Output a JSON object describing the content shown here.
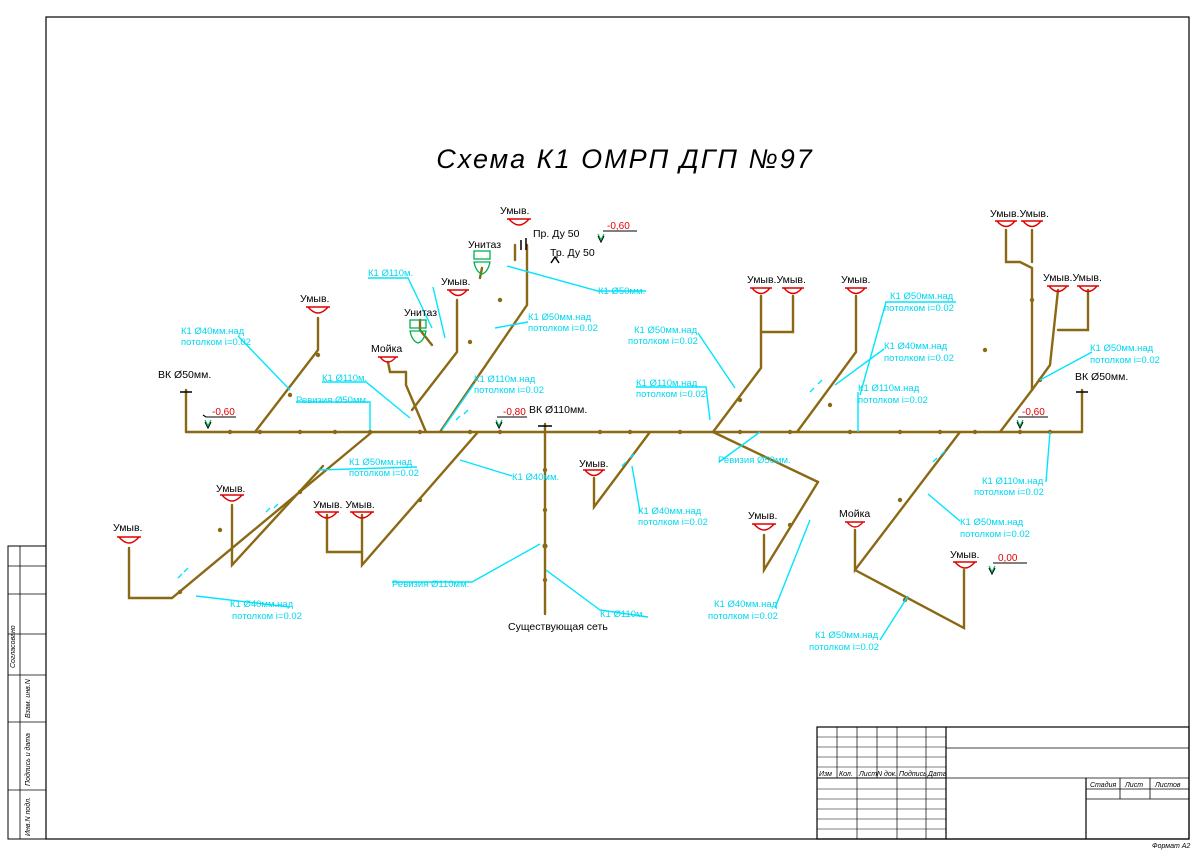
{
  "title": "Схема К1 ОМРП ДГП №97",
  "colors": {
    "pipe": "#8b6914",
    "leader": "#00e5ff",
    "sink": "#e00000",
    "toilet": "#00b050",
    "level": "#e00000",
    "frame": "#000000"
  },
  "fixtures": {
    "umyv": "Умыв.",
    "umyv_pair": "Умыв.Умыв.",
    "umyv_pair_spaced": "Умыв. Умыв.",
    "unitaz": "Унитаз",
    "moika": "Мойка"
  },
  "labels": {
    "pr_du50": "Пр. Ду 50",
    "tr_du50": "Тр. Ду 50",
    "vk50": "ВК Ø50мм.",
    "vk110": "ВК Ø110мм.",
    "existing_net": "Существующая сеть"
  },
  "levels": {
    "m060": "-0,60",
    "m080": "-0,80",
    "z000": "0,00"
  },
  "pipe_notes": {
    "k1_110": "К1 Ø110м.",
    "k1_110_note": "К1 Ø110м.над",
    "k1_50_short": "К1 Ø50мм.",
    "k1_50_note": "К1 Ø50мм.над",
    "k1_40_note": "К1 Ø40мм.над",
    "k1_40_short": "К1 Ø40мм.",
    "slope": "потолком i=0.02",
    "rev50": "Ревизия Ø50мм.",
    "rev110": "Ревизия Ø110мм."
  },
  "stamp": {
    "izm": "Изм",
    "kol": "Кол.",
    "list": "Лист",
    "ndok": "N док.",
    "podpis": "Подпись",
    "data": "Дата",
    "stadiya": "Стадия",
    "list2": "Лист",
    "listov": "Листов",
    "format": "Формат А2",
    "soglas": "Согласовано",
    "vzam": "Взам. инв.N",
    "podpis_data": "Подпись и дата",
    "inv_podl": "Инв.N подл."
  }
}
